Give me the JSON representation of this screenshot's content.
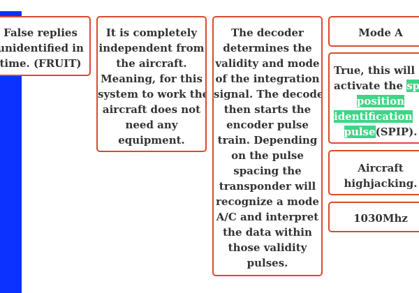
{
  "cards": {
    "fruit": {
      "lines": [
        "False replies",
        "unidentified in",
        "time. (FRUIT)"
      ]
    },
    "independent": {
      "lines": [
        "It is completely",
        "independent from",
        "the aircraft.",
        "Meaning, for this",
        "system to work the",
        "aircraft does not",
        "need any",
        "equipment."
      ]
    },
    "decoder": {
      "lines": [
        "The decoder",
        "determines the",
        "validity and mode",
        "of the integration",
        "signal. The decoder",
        "then starts the",
        "encoder pulse",
        "train. Depending",
        "on the pulse",
        "spacing the",
        "transponder will",
        "recognize a mode",
        "A/C and interpret",
        "the data within",
        "those validity",
        "pulses."
      ]
    },
    "mode_a": {
      "text": "Mode A"
    },
    "spip": {
      "line1": "True, this will",
      "line2_prefix": "activate the ",
      "line2_highlight": "spec",
      "line3_highlight": "position",
      "line4_highlight": "identification",
      "line5_highlight": "pulse",
      "line5_suffix": "(SPIP)."
    },
    "hijack": {
      "lines": [
        "Aircraft",
        "highjacking."
      ]
    },
    "freq": {
      "text": "1030Mhz"
    }
  },
  "colors": {
    "card_border": "#d94a2c",
    "highlight": "#3fd586",
    "side_bar": "#0b32ff"
  }
}
